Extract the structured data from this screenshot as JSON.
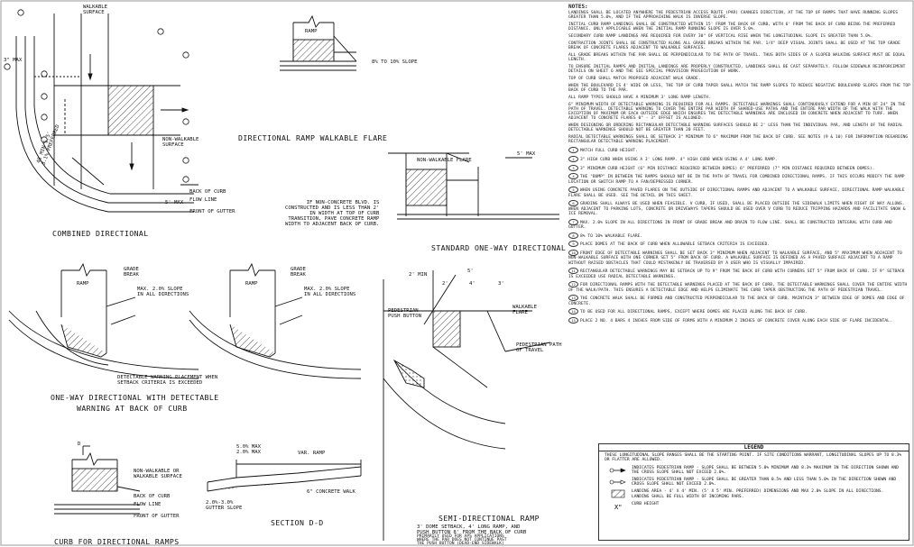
{
  "titles": {
    "combined": "COMBINED DIRECTIONAL",
    "flare": "DIRECTIONAL RAMP WALKABLE FLARE",
    "standard": "STANDARD ONE-WAY DIRECTIONAL",
    "oneway_1": "ONE-WAY DIRECTIONAL WITH DETECTABLE",
    "oneway_2": "WARNING AT BACK OF CURB",
    "semi": "SEMI-DIRECTIONAL RAMP",
    "section": "SECTION D-D",
    "curb": "CURB FOR DIRECTIONAL RAMPS"
  },
  "labels": {
    "walkable_surface": "WALKABLE\nSURFACE",
    "non_walkable_surface": "NON-WALKABLE\nSURFACE",
    "back_of_curb": "BACK OF CURB",
    "flow_line": "FLOW LINE",
    "front_of_gutter": "FRONT OF GUTTER",
    "three_max": "3\" MAX",
    "five_max": "5' MAX",
    "ramp": "RAMP",
    "slope_8_10": "8% TO 10% SLOPE",
    "non_walkable_flare": "NON-WALKABLE FLARE",
    "non_concrete_note": "IF NON-CONCRETE BLVD. IS\nCONSTRUCTED AND IS LESS THAN 2'\nIN WIDTH AT TOP OF CURB\nTRANSITION, PAVE CONCRETE RAMP\nWIDTH TO ADJACENT BACK OF CURB.",
    "grade_break": "GRADE\nBREAK",
    "max_slope": "MAX. 2.0% SLOPE\nIN ALL DIRECTIONS",
    "dw_placement": "DETECTABLE WARNING PLACEMENT WHEN\nSETBACK CRITERIA IS EXCEEDED",
    "two_min": "2' MIN",
    "dim_2": "2'",
    "dim_4": "4'",
    "dim_3": "3'",
    "dim_5": "5'",
    "ped_push": "PEDESTRIAN\nPUSH BUTTON",
    "walkable_flare": "WALKABLE\nFLARE",
    "ped_path": "PEDESTRIAN PATH\nOF TRAVEL",
    "semi_note_1": "3' DOME SETBACK, 4' LONG RAMP, AND\nPUSH BUTTON 8' FROM THE BACK OF CURB",
    "semi_note_2": "PRIMARILY USED FOR APS APPLICATIONS\nWHERE THE PAR DOES NOT CONTINUE PAST\nTHE PUSH BUTTON (DEAD-END SIDEWALK)",
    "non_walkable_or_walkable": "NON-WALKABLE OR\nWALKABLE SURFACE",
    "d_label": "D",
    "var_ramp": "VAR. RAMP",
    "landing_dim": "5.0% MAX\n2.0% MAX",
    "concrete_walk": "6\" CONCRETE WALK",
    "gutter_slope": "2.0%-3.0%\nGUTTER SLOPE",
    "ramp_dim_left": "4' MIN\n6' PREFERRED",
    "ramp_dim_left2": "48 MIN 5.5'\n3.1% PREFERRED"
  },
  "callout_numbers": [
    "1",
    "3",
    "4",
    "5",
    "6",
    "7",
    "8",
    "9",
    "10",
    "11",
    "12",
    "13"
  ],
  "notes": {
    "heading": "NOTES:",
    "general": [
      "LANDINGS SHALL BE LOCATED ANYWHERE THE PEDESTRIAN ACCESS ROUTE (PAR) CHANGES DIRECTION, AT THE TOP OF RAMPS THAT HAVE RUNNING SLOPES GREATER THAN 5.0%, AND IF THE APPROACHING WALK IS INVERSE SLOPE.",
      "INITIAL CURB RAMP LANDINGS SHALL BE CONSTRUCTED WITHIN 15' FROM THE BACK OF CURB, WITH 6' FROM THE BACK OF CURB BEING THE PREFERRED DISTANCE. ONLY APPLICABLE WHEN THE INITIAL RAMP RUNNING SLOPE IS OVER 5.0%.",
      "SECONDARY CURB RAMP LANDINGS ARE REQUIRED FOR EVERY 30\" OF VERTICAL RISE WHEN THE LONGITUDINAL SLOPE IS GREATER THAN 5.0%.",
      "CONTRACTION JOINTS SHALL BE CONSTRUCTED ALONG ALL GRADE BREAKS WITHIN THE PAR. 1/4\" DEEP VISUAL JOINTS SHALL BE USED AT THE TOP GRADE BREAK OF CONCRETE FLARES ADJACENT TO WALKABLE SURFACES.",
      "ALL GRADE BREAKS WITHIN THE PAR SHALL BE PERPENDICULAR TO THE PATH OF TRAVEL. THUS BOTH SIDES OF A SLOPED WALKING SURFACE MUST BE EQUAL LENGTH.",
      "TO ENSURE INITIAL RAMPS AND INITIAL LANDINGS ARE PROPERLY CONSTRUCTED, LANDINGS SHALL BE CAST SEPARATELY. FOLLOW SIDEWALK REINFORCEMENT DETAILS ON SHEET 6 AND THE SEE SPECIAL PROVISION PROSECUTION OF WORK.",
      "TOP OF CURB SHALL MATCH PROPOSED ADJACENT WALK GRADE.",
      "WHEN THE BOULEVARD IS 4' WIDE OR LESS, THE TOP OF CURB TAPER SHALL MATCH THE RAMP SLOPES TO REDUCE NEGATIVE BOULEVARD SLOPES FROM THE TOP BACK OF CURB TO THE PAR.",
      "ALL RAMP TYPES SHOULD HAVE A MINIMUM 3' LONG RAMP LENGTH.",
      "6\" MINIMUM WIDTH OF DETECTABLE WARNING IS REQUIRED FOR ALL RAMPS. DETECTABLE WARNINGS SHALL CONTINUOUSLY EXTEND FOR A MIN OF 24\" IN THE PATH OF TRAVEL. DETECTABLE WARNING TO COVER THE ENTIRE PAR WIDTH OF SHARED-USE PATHS AND THE ENTIRE PAR WIDTH OF THE WALK WITH THE EXCEPTION OF MAXIMUM OR EACH OUTSIDE EDGE WHICH ENSURES THE DETECTABLE WARNINGS ARE ENCLOSED IN CONCRETE WHEN ADJACENT TO TURF. WHEN ADJACENT TO CONCRETE FLARES 0\" - 3\" OFFSET IS ALLOWED.",
      "WHEN DESIGNING OR ORDERING RECTANGULAR DETECTABLE WARNING SURFACES SHOULD BE 2' LESS THAN THE INDIVIDUAL PAR, AND LENGTH OF THE RADIAL DETECTABLE WARNINGS SHOULD NOT BE GREATER THAN 20 FEET.",
      "RADIAL DETECTABLE WARNINGS SHALL BE SETBACK 3\" MINIMUM TO 6\" MAXIMUM FROM THE BACK OF CURB. SEE NOTES (9 & 10) FOR INFORMATION REGARDING RECTANGULAR DETECTABLE WARNING PLACEMENT."
    ],
    "numbered": [
      {
        "n": "1",
        "t": "MATCH FULL CURB HEIGHT."
      },
      {
        "n": "2",
        "t": "3\" HIGH CURB WHEN USING A 3' LONG RAMP.\n4\" HIGH CURB WHEN USING A 4' LONG RAMP."
      },
      {
        "n": "3",
        "t": "3\" MINIMUM CURB HEIGHT (6\" MIN DISTANCE REQUIRED BETWEEN DOMES)\n6\" PREFERRED (7\" MIN DISTANCE REQUIRED BETWEEN DOMES)."
      },
      {
        "n": "4",
        "t": "THE \"BUMP\" IN BETWEEN THE RAMPS SHOULD NOT BE IN THE PATH OF TRAVEL FOR COMBINED DIRECTIONAL RAMPS. IF THIS OCCURS MODIFY THE RAMP LOCATION OR SWITCH RAMP TO A FAN/DEPRESSED CORNER."
      },
      {
        "n": "5",
        "t": "WHEN USING CONCRETE PAVED FLARES ON THE OUTSIDE OF DIRECTIONAL RAMPS AND ADJACENT TO A WALKABLE SURFACE, DIRECTIONAL RAMP WALKABLE FLARE SHALL BE USED. SEE THE DETAIL ON THIS SHEET."
      },
      {
        "n": "6",
        "t": "GRADING SHALL ALWAYS BE USED WHEN FEASIBLE. V CURB, IF USED, SHALL BE PLACED OUTSIDE THE SIDEWALK LIMITS WHEN RIGHT OF WAY ALLOWS. WHEN ADJACENT TO PARKING LOTS, CONCRETE OR DRIVEWAYS TAPERS SHOULD BE USED OVER V CURB TO REDUCE TRIPPING HAZARDS AND FACILITATE SNOW & ICE REMOVAL."
      },
      {
        "n": "7",
        "t": "MAX. 2.0% SLOPE IN ALL DIRECTIONS IN FRONT OF GRADE BREAK AND DRAIN TO FLOW LINE. SHALL BE CONSTRUCTED INTEGRAL WITH CURB AND GUTTER."
      },
      {
        "n": "8",
        "t": "8% TO 10% WALKABLE FLARE."
      },
      {
        "n": "9",
        "t": "PLACE DOMES AT THE BACK OF CURB WHEN ALLOWABLE SETBACK CRITERIA IS EXCEEDED."
      },
      {
        "n": "10",
        "t": "FRONT EDGE OF DETECTABLE WARNINGS SHALL BE SET BACK 3\" MINIMUM WHEN ADJACENT TO WALKABLE SURFACE, AND 5\" MAXIMUM WHEN ADJACENT TO NON-WALKABLE SURFACE WITH ONE CORNER SET 5\" FROM BACK OF CURB. A WALKABLE SURFACE IS DEFINED AS A PAVED SURFACE ADJACENT TO A RAMP WITHOUT RAISED OBSTACLES THAT COULD MISTAKENLY BE TRAVERSED BY A USER WHO IS VISUALLY IMPAIRED."
      },
      {
        "n": "11",
        "t": "RECTANGULAR DETECTABLE WARNINGS MAY BE SETBACK UP TO 9\" FROM THE BACK OF CURB WITH CORNERS SET 5\" FROM BACK OF CURB. IF 9\" SETBACK IS EXCEEDED USE RADIAL DETECTABLE WARNINGS."
      },
      {
        "n": "12",
        "t": "FOR DIRECTIONAL RAMPS WITH THE DETECTABLE WARNINGS PLACED AT THE BACK OF CURB, THE DETECTABLE WARNINGS SHALL COVER THE ENTIRE WIDTH OF THE WALK/PATH. THIS ENSURES A DETECTABLE EDGE AND HELPS ELIMINATE THE CURB TAPER OBSTRUCTING THE PATH OF PEDESTRIAN TRAVEL."
      },
      {
        "n": "13",
        "t": "THE CONCRETE WALK SHALL BE FORMED AND CONSTRUCTED PERPENDICULAR TO THE BACK OF CURB. MAINTAIN 3\" BETWEEN EDGE OF DOMES AND EDGE OF CONCRETE."
      },
      {
        "n": "14",
        "t": "TO BE USED FOR ALL DIRECTIONAL RAMPS, EXCEPT WHERE DOMES ARE PLACED ALONG THE BACK OF CURB."
      },
      {
        "n": "15",
        "t": "PLACE 2 NO. 4 BARS 4 INCHES FROM SIDE OF FORMS WITH A MINIMUM 2 INCHES OF CONCRETE COVER ALONG EACH SIDE OF FLARE INCIDENTAL."
      }
    ]
  },
  "legend": {
    "title": "LEGEND",
    "intro": "THESE LONGITUDINAL SLOPE RANGES SHALL BE THE STARTING POINT. IF SITE CONDITIONS WARRANT, LONGITUDINAL SLOPES UP TO 8.3% OR FLATTER ARE ALLOWED.",
    "rows": [
      {
        "sym": "arrow-a",
        "t": "INDICATES PEDESTRIAN RAMP - SLOPE SHALL BE BETWEEN 5.0% MINIMUM AND 8.3% MAXIMUM IN THE DIRECTION SHOWN AND THE CROSS SLOPE SHALL NOT EXCEED 2.0%."
      },
      {
        "sym": "arrow-b",
        "t": "INDICATES PEDESTRIAN RAMP - SLOPE SHALL BE GREATER THAN 0.5% AND LESS THAN 5.0% IN THE DIRECTION SHOWN AND CROSS SLOPE SHALL NOT EXCEED 2.0%."
      },
      {
        "sym": "hatch",
        "t": "LANDING AREA - 4' X 4' MIN. (5' X 5' MIN. PREFERRED) DIMENSIONS AND MAX 2.0% SLOPE IN ALL DIRECTIONS. LANDING SHALL BE FULL WIDTH OF INCOMING PARS."
      },
      {
        "sym": "x",
        "t": "CURB HEIGHT"
      }
    ]
  }
}
